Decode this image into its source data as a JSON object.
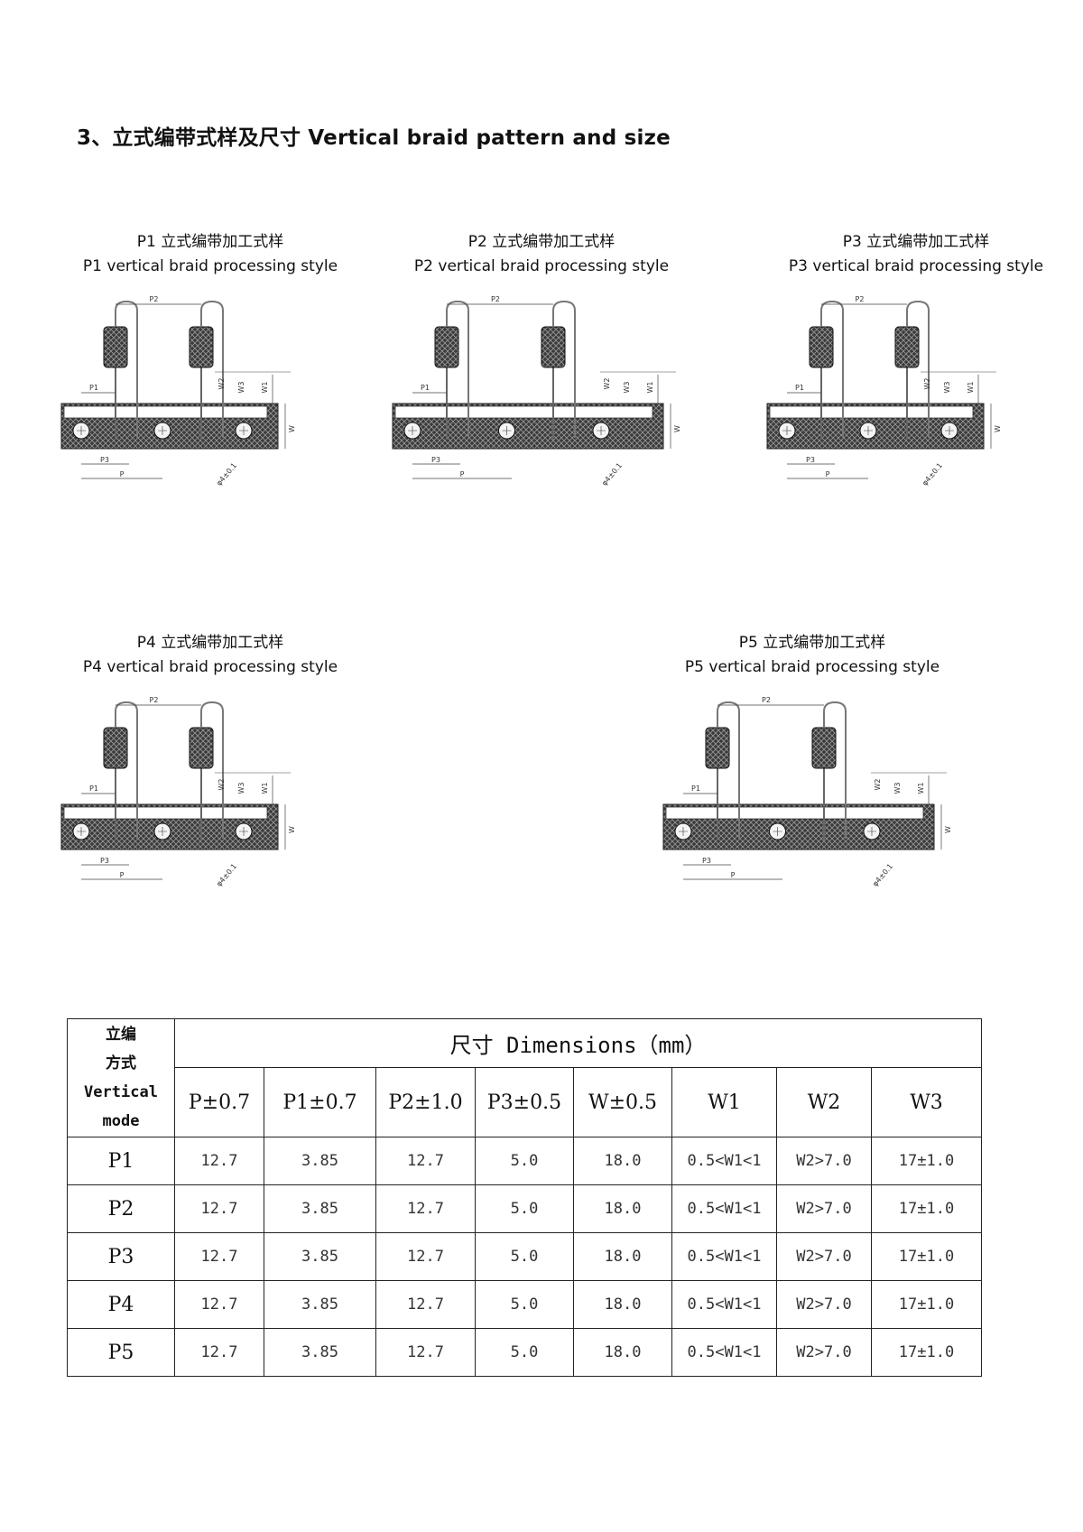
{
  "section": {
    "title": "3、立式编带式样及尺寸 Vertical braid pattern and size"
  },
  "panels": [
    {
      "id": "P1",
      "caption_cn": "P1 立式编带加工式样",
      "caption_en": "P1 vertical braid processing style"
    },
    {
      "id": "P2",
      "caption_cn": "P2 立式编带加工式样",
      "caption_en": "P2 vertical braid processing style"
    },
    {
      "id": "P3",
      "caption_cn": "P3 立式编带加工式样",
      "caption_en": "P3 vertical braid processing style"
    },
    {
      "id": "P4",
      "caption_cn": "P4 立式编带加工式样",
      "caption_en": "P4 vertical braid processing style"
    },
    {
      "id": "P5",
      "caption_cn": "P5 立式编带加工式样",
      "caption_en": "P5 vertical braid processing style"
    }
  ],
  "diagram_labels": {
    "p": "P",
    "p1": "P1",
    "p2": "P2",
    "p3": "P3",
    "w": "W",
    "w1": "W1",
    "w2": "W2",
    "w3": "W3",
    "hole": "φ4±0.1"
  },
  "table": {
    "mode_header": [
      "立编",
      "方式",
      "Vertical",
      "mode"
    ],
    "dimensions_header": "尺寸 Dimensions（mm）",
    "columns": [
      "P±0.7",
      "P1±0.7",
      "P2±1.0",
      "P3±0.5",
      "W±0.5",
      "W1",
      "W2",
      "W3"
    ],
    "rows": [
      {
        "mode": "P1",
        "values": [
          "12.7",
          "3.85",
          "12.7",
          "5.0",
          "18.0",
          "0.5<W1<1",
          "W2>7.0",
          "17±1.0"
        ]
      },
      {
        "mode": "P2",
        "values": [
          "12.7",
          "3.85",
          "12.7",
          "5.0",
          "18.0",
          "0.5<W1<1",
          "W2>7.0",
          "17±1.0"
        ]
      },
      {
        "mode": "P3",
        "values": [
          "12.7",
          "3.85",
          "12.7",
          "5.0",
          "18.0",
          "0.5<W1<1",
          "W2>7.0",
          "17±1.0"
        ]
      },
      {
        "mode": "P4",
        "values": [
          "12.7",
          "3.85",
          "12.7",
          "5.0",
          "18.0",
          "0.5<W1<1",
          "W2>7.0",
          "17±1.0"
        ]
      },
      {
        "mode": "P5",
        "values": [
          "12.7",
          "3.85",
          "12.7",
          "5.0",
          "18.0",
          "0.5<W1<1",
          "W2>7.0",
          "17±1.0"
        ]
      }
    ]
  }
}
